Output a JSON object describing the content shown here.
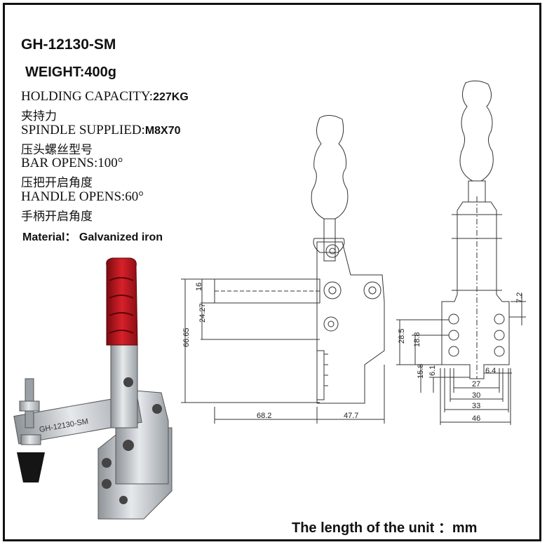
{
  "model": "GH-12130-SM",
  "weight": "WEIGHT:400g",
  "holding_capacity": {
    "label": "HOLDING CAPACITY:",
    "value": "227KG",
    "cn": "夹持力"
  },
  "spindle": {
    "label": "SPINDLE SUPPLIED:",
    "value": "M8X70",
    "cn": "压头螺丝型号"
  },
  "bar_opens": {
    "label": "BAR OPENS:100°",
    "cn": "压把开启角度"
  },
  "handle_opens": {
    "label": "HANDLE OPENS:60°",
    "cn": "手柄开启角度"
  },
  "material": "Material： Galvanized iron",
  "unit_note": "The length of the unit ：mm",
  "product_marking": "GH-12130-SM",
  "dimensions": {
    "side": {
      "d16": "16",
      "d24_27": "24.27",
      "d66_65": "66.65",
      "d68_2": "68.2",
      "d47_7": "47.7"
    },
    "front": {
      "d7_2": "7.2",
      "d28_5": "28.5",
      "d18_8": "18.8",
      "d15_8": "15.8",
      "d6_1": "6.1",
      "d6_4": "6.4",
      "d27": "27",
      "d30": "30",
      "d33": "33",
      "d46": "46"
    }
  },
  "colors": {
    "handle_grip": "#c0141c",
    "metal": "#b8bcc0",
    "line": "#333333"
  }
}
